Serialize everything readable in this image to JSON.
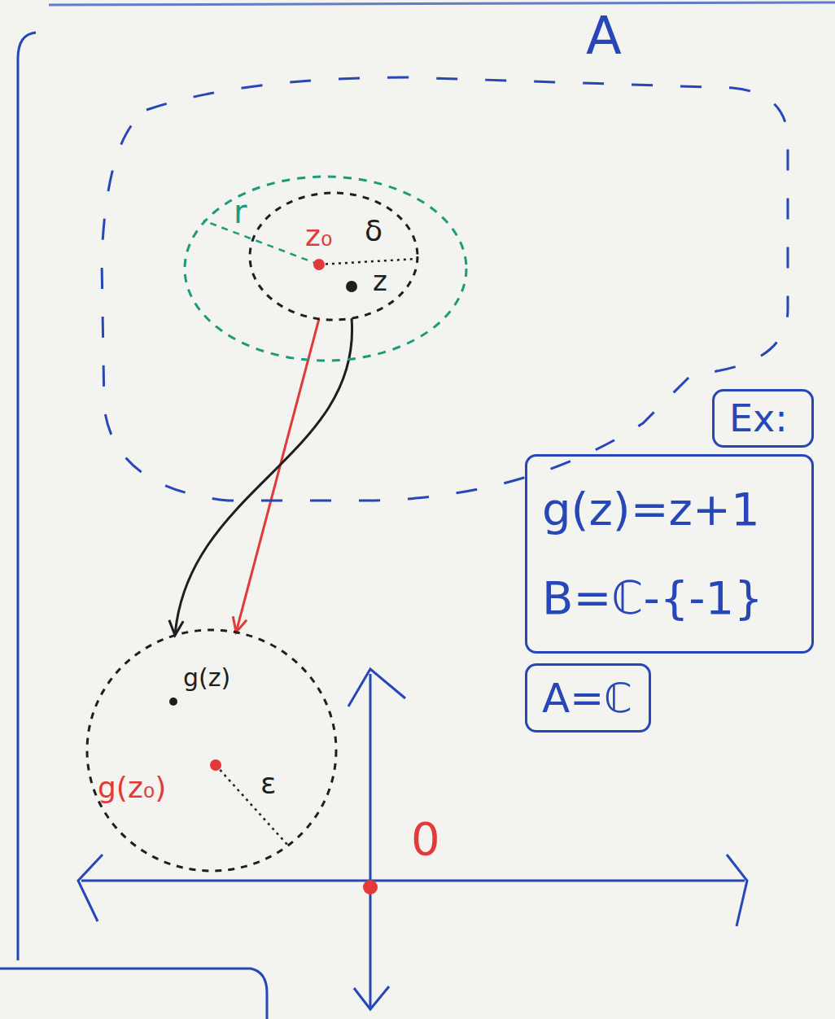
{
  "diagram": {
    "nodes": [
      {
        "text": [
          "A"
        ]
      },
      {
        "text": [
          "r"
        ],
        "in": 0
      },
      {
        "text": [
          "z₀",
          "δ",
          "z"
        ],
        "in": 1
      },
      {
        "text": [
          "g(z)",
          "g(z₀)",
          "ε"
        ]
      },
      {
        "text": [
          "Ex:"
        ]
      },
      {
        "text": [
          "g(z)=z+1",
          "B=ℂ-{-1}"
        ]
      },
      {
        "text": [
          "A=ℂ"
        ]
      }
    ],
    "edges": [
      {
        "from": 2,
        "to": 3,
        "arrow": "to"
      },
      {
        "from": 2,
        "to": 3,
        "arrow": "to"
      }
    ],
    "labels": [
      "0"
    ]
  }
}
